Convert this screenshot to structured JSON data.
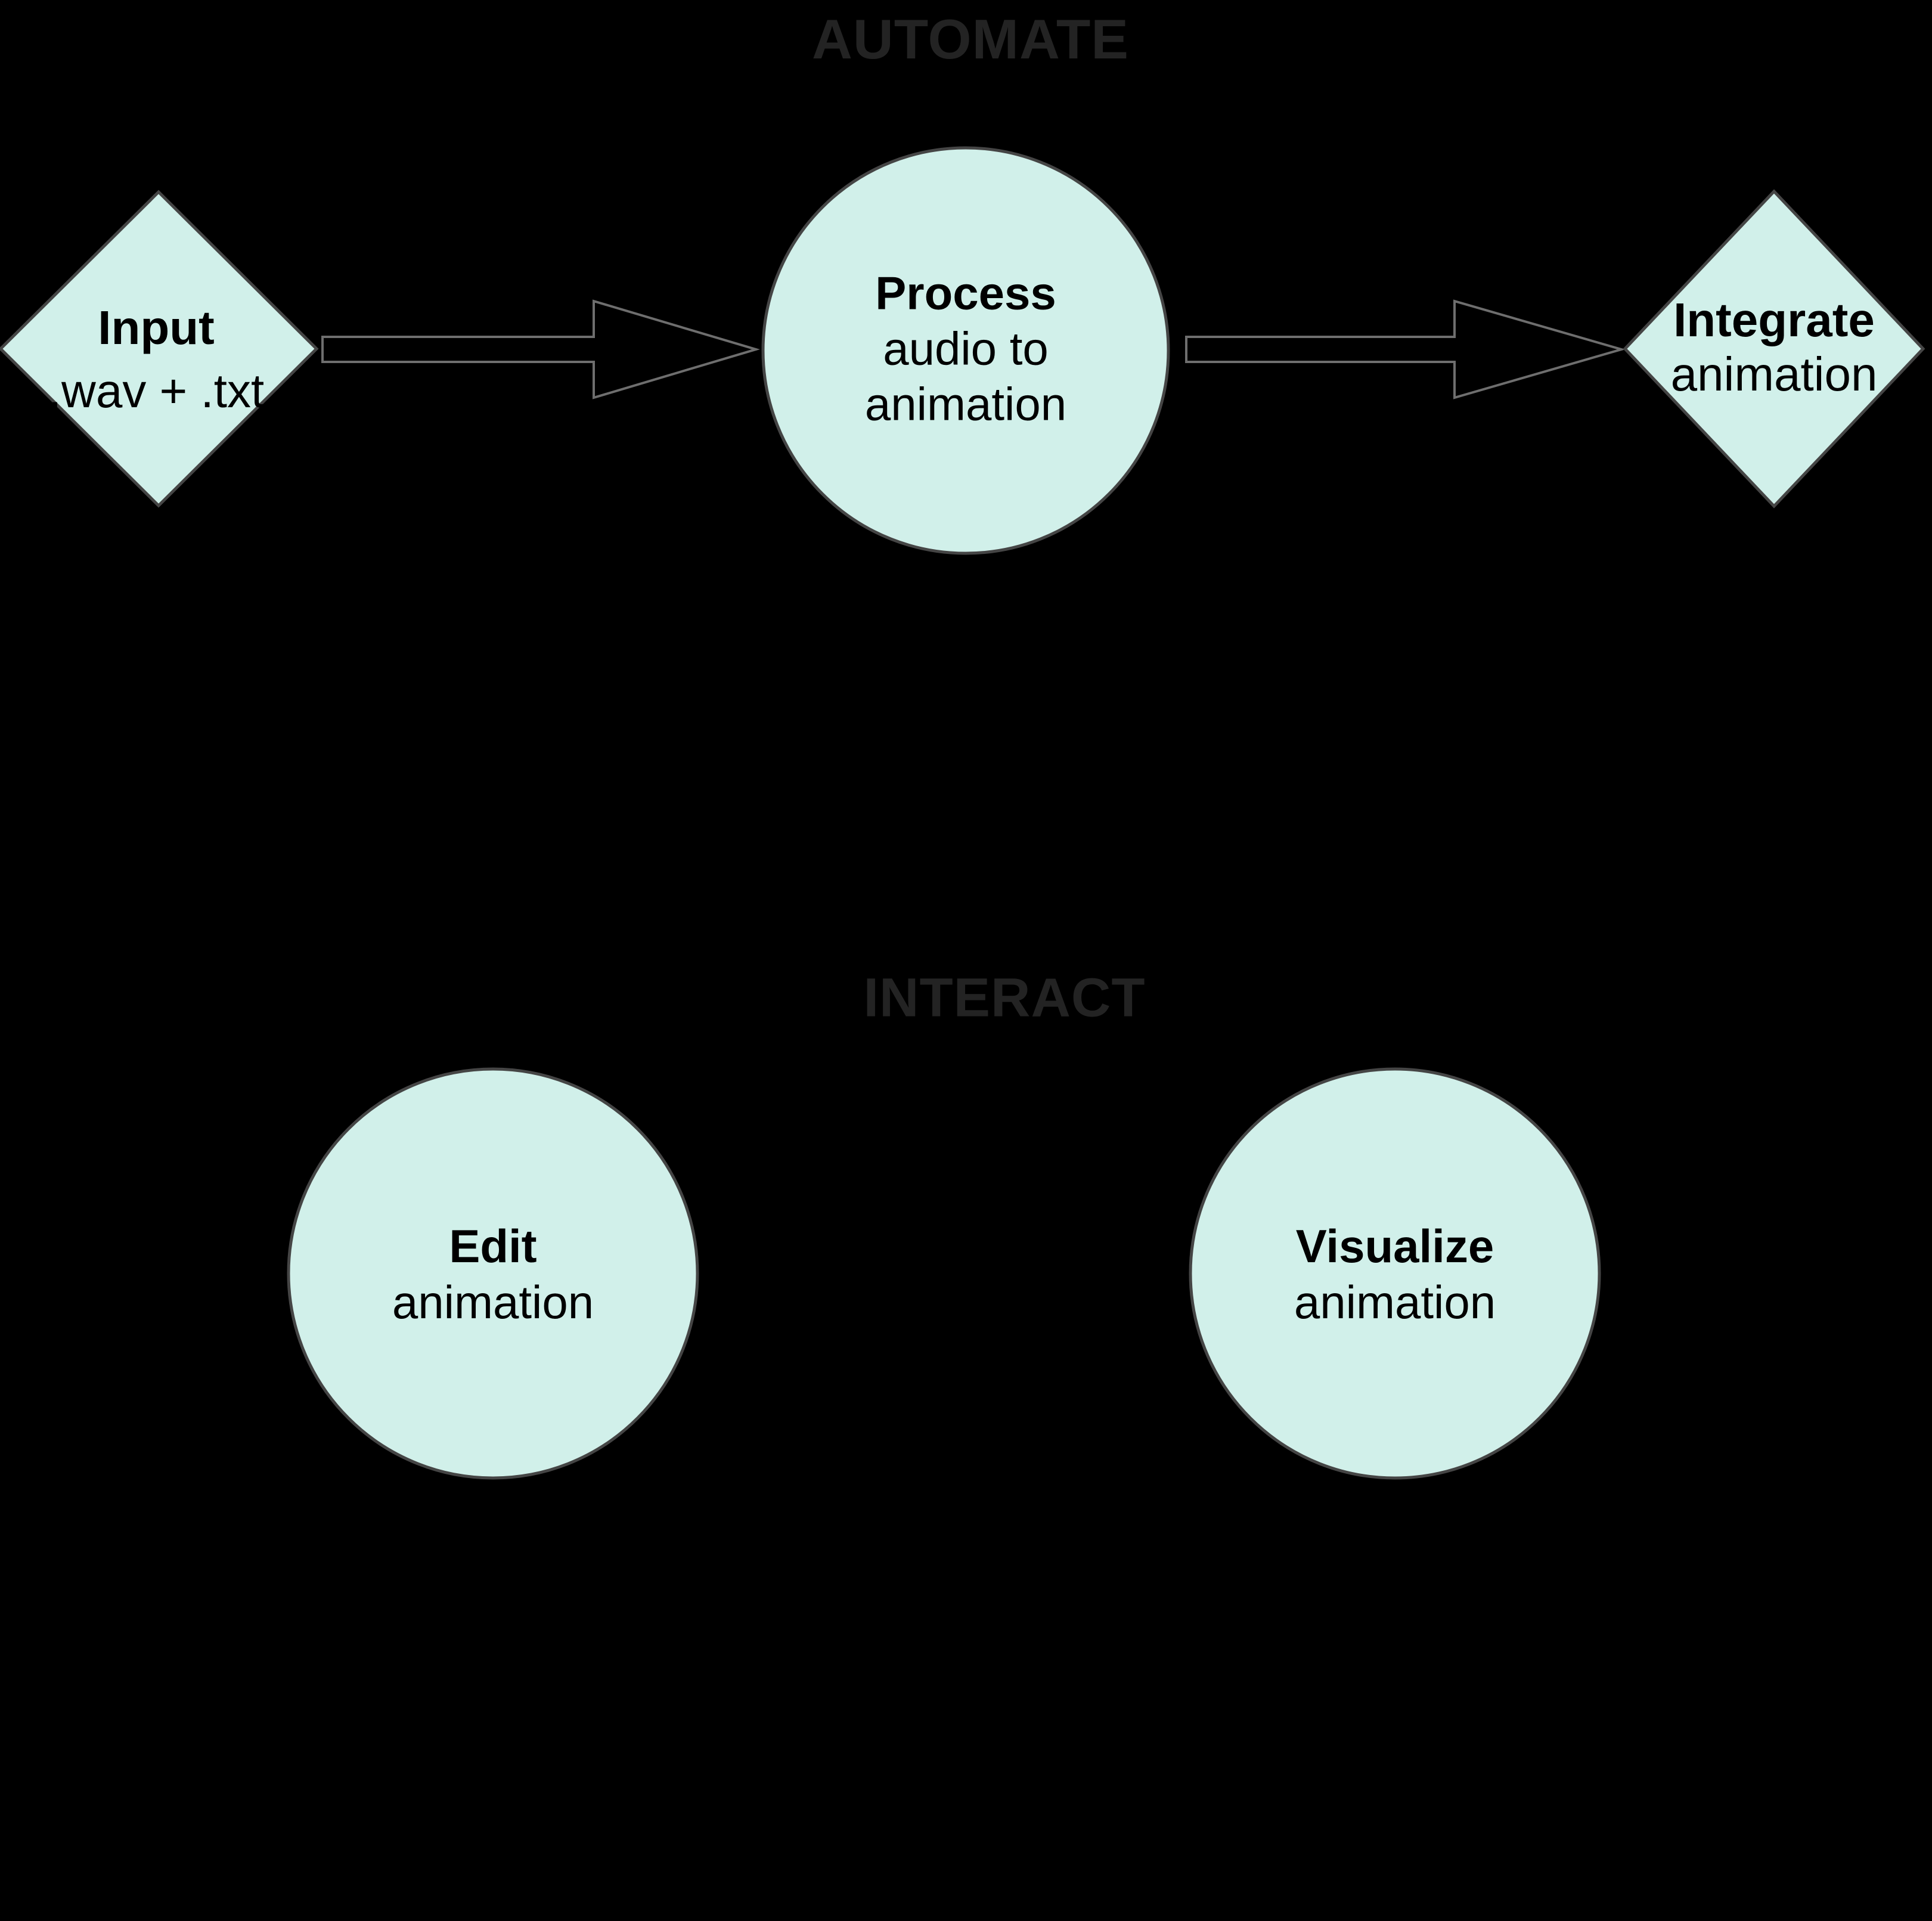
{
  "colors": {
    "background": "#000000",
    "node_fill": "#d1f0ea",
    "node_border": "#454545",
    "arrow_fill": "#000000",
    "arrow_outline": "#6e6e6e",
    "section_label": "#232323",
    "node_text": "#000000"
  },
  "sections": {
    "automate": {
      "label": "AUTOMATE"
    },
    "interact": {
      "label": "INTERACT"
    }
  },
  "nodes": {
    "input": {
      "shape": "diamond",
      "title": "Input",
      "subtitle": ".wav + .txt"
    },
    "process": {
      "shape": "circle",
      "title": "Process",
      "subtitle_line1": "audio to",
      "subtitle_line2": "animation"
    },
    "integrate": {
      "shape": "diamond",
      "title": "Integrate",
      "subtitle": "animation"
    },
    "edit": {
      "shape": "circle",
      "title": "Edit",
      "subtitle": "animation"
    },
    "visualize": {
      "shape": "circle",
      "title": "Visualize",
      "subtitle": "animation"
    }
  },
  "connections": [
    {
      "from": "input",
      "to": "process"
    },
    {
      "from": "process",
      "to": "integrate"
    }
  ]
}
